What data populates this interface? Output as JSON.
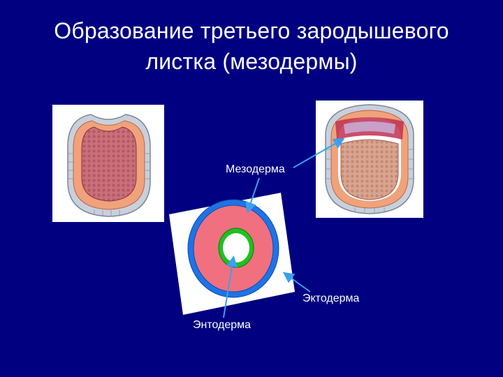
{
  "slide": {
    "title_line1": "Образование третьего зародышевого",
    "title_line2": "листка (мезодермы)"
  },
  "labels": {
    "mesoderm": "Мезодерма",
    "ectoderm": "Эктодерма",
    "endoderm": "Энтодерма"
  },
  "colors": {
    "background": "#000080",
    "ectoderm_ring": "#1e73e6",
    "mesoderm_ring": "#f07080",
    "endoderm_ring": "#20c020",
    "arrow": "#3aa0f0"
  },
  "icons": {
    "left_image": "gastrula-illustration",
    "right_image": "gastrula-with-mesoderm-illustration",
    "center_image": "germ-layers-cross-section"
  }
}
